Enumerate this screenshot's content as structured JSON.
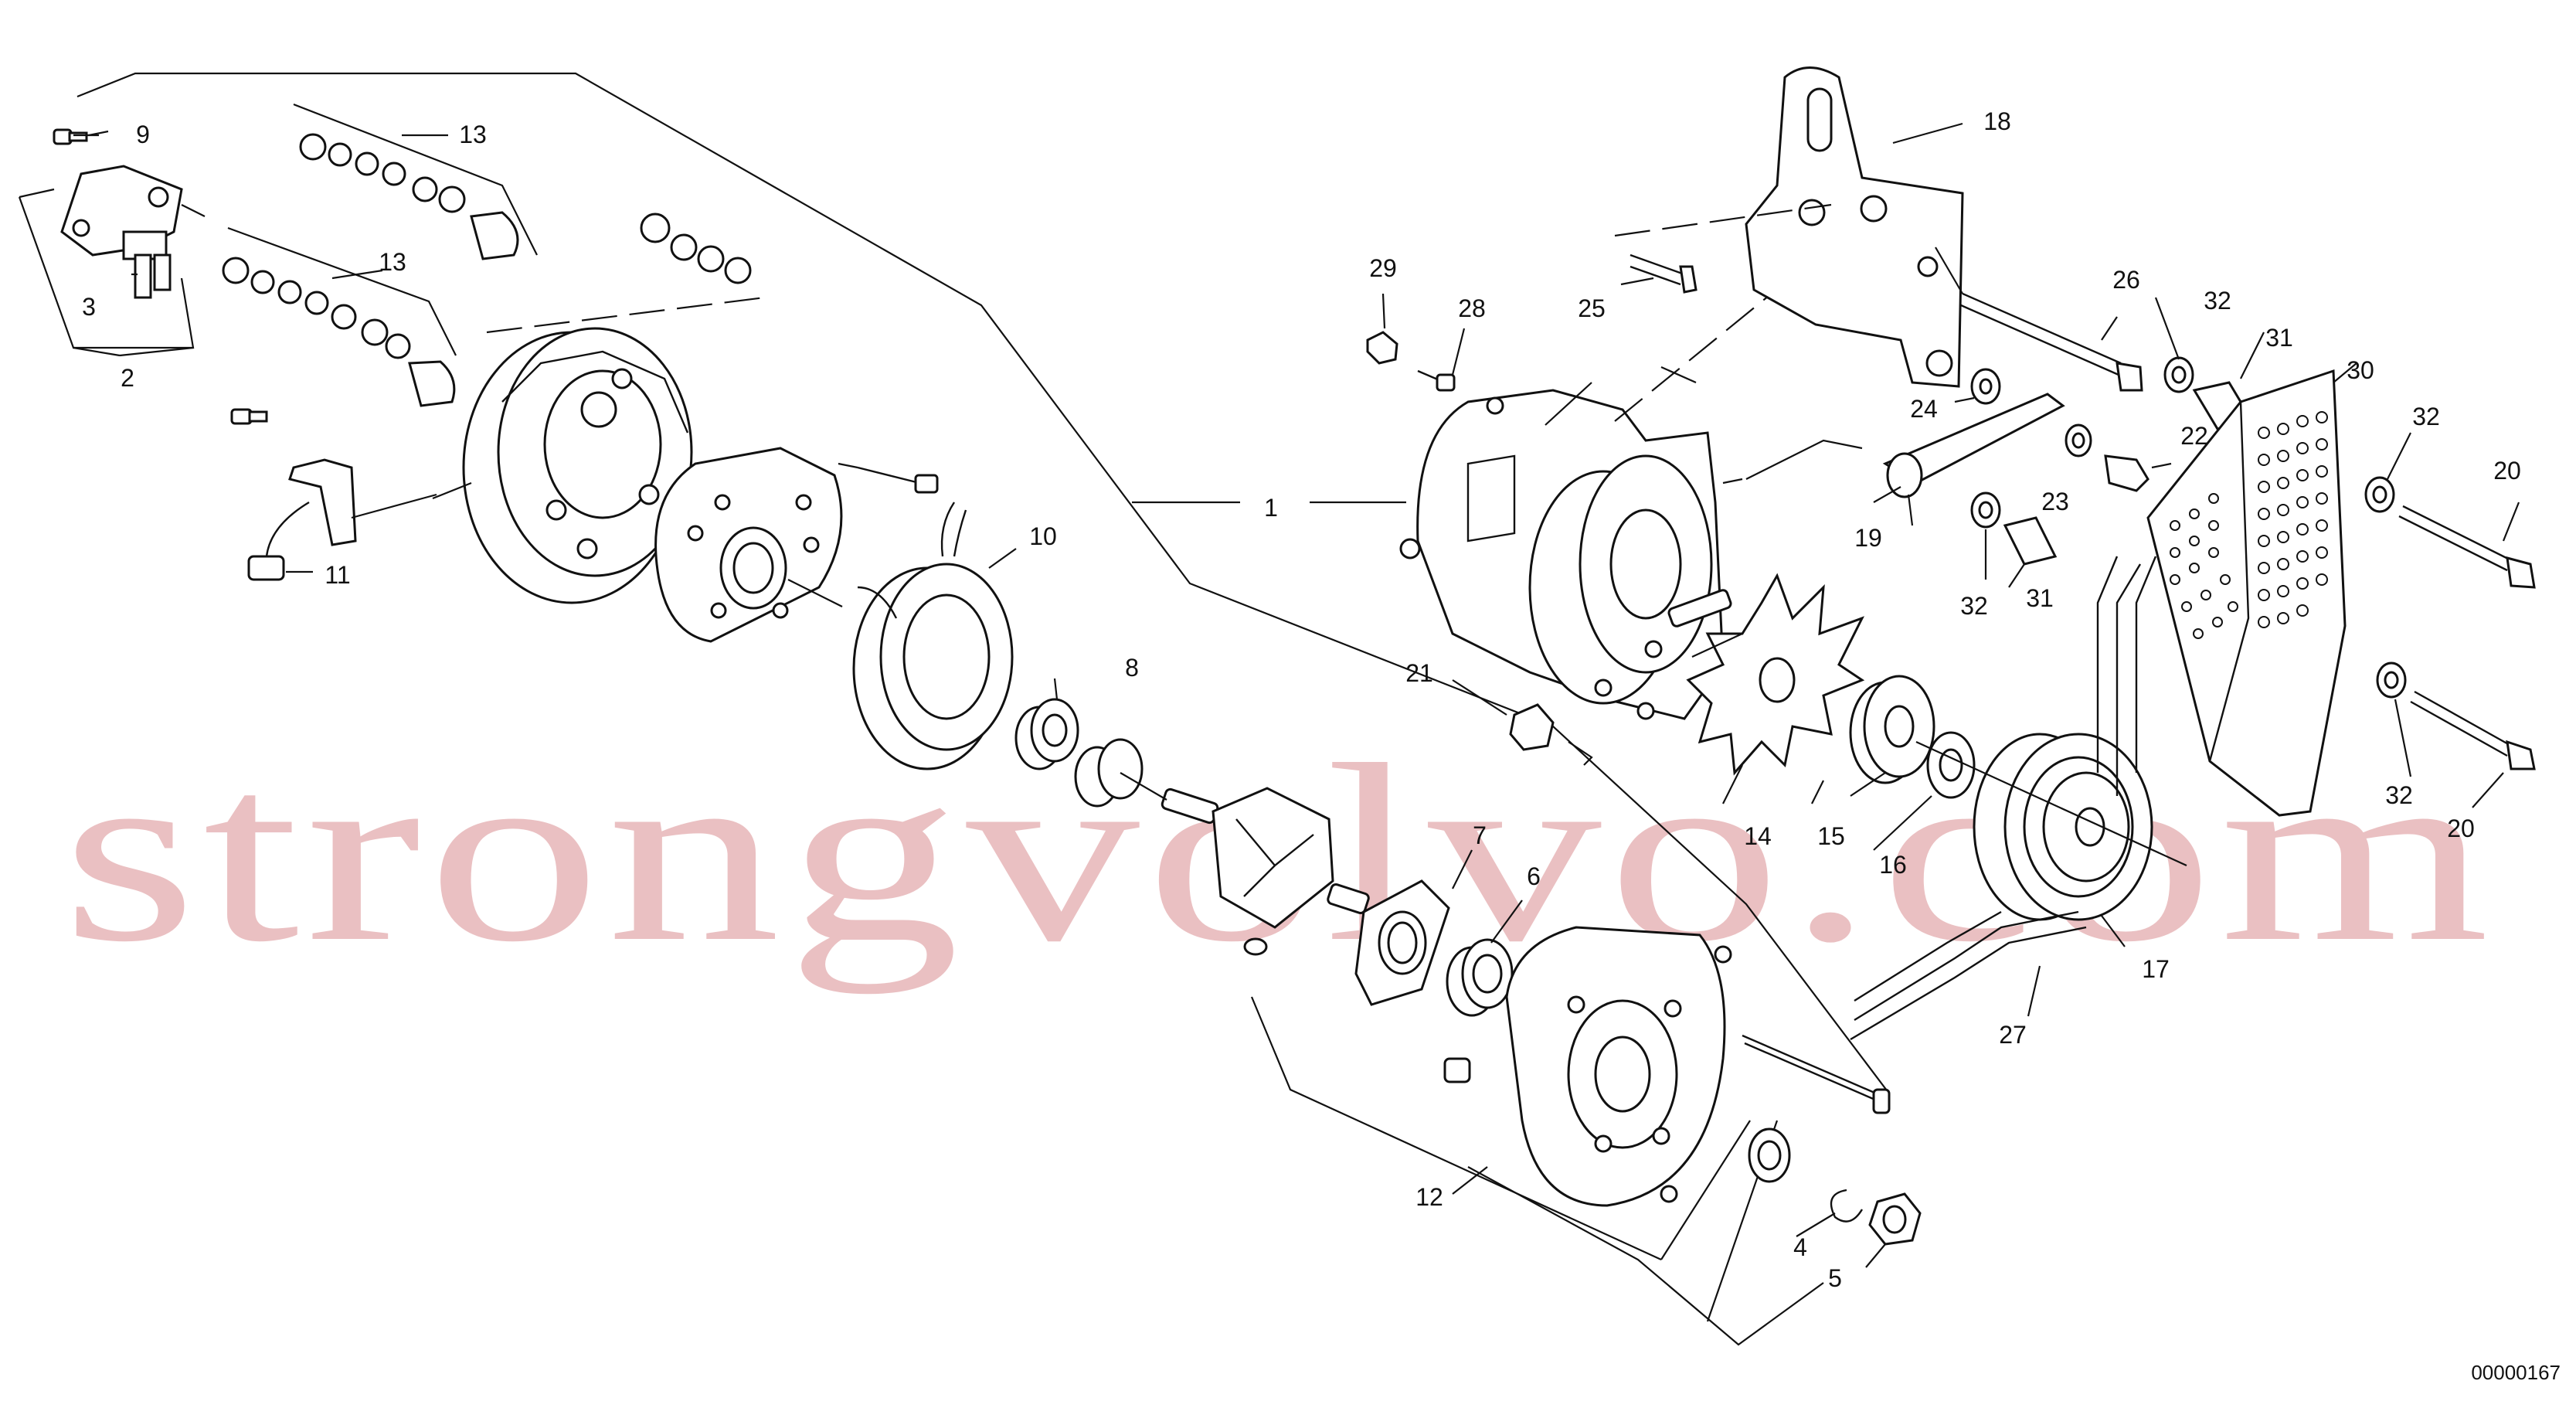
{
  "labels": {
    "l1": "1",
    "l2": "2",
    "l3": "3",
    "l4": "4",
    "l5": "5",
    "l6": "6",
    "l7": "7",
    "l8": "8",
    "l9": "9",
    "l10": "10",
    "l11": "11",
    "l12": "12",
    "l13a": "13",
    "l13b": "13",
    "l14": "14",
    "l15": "15",
    "l16": "16",
    "l17": "17",
    "l18": "18",
    "l19": "19",
    "l20a": "20",
    "l20b": "20",
    "l21": "21",
    "l22": "22",
    "l23": "23",
    "l24": "24",
    "l25": "25",
    "l26": "26",
    "l27": "27",
    "l28": "28",
    "l29": "29",
    "l30": "30",
    "l31a": "31",
    "l31b": "31",
    "l32a": "32",
    "l32b": "32",
    "l32c": "32",
    "l32d": "32"
  },
  "watermark": "strongvolvo.com",
  "drawing_code": "00000167"
}
